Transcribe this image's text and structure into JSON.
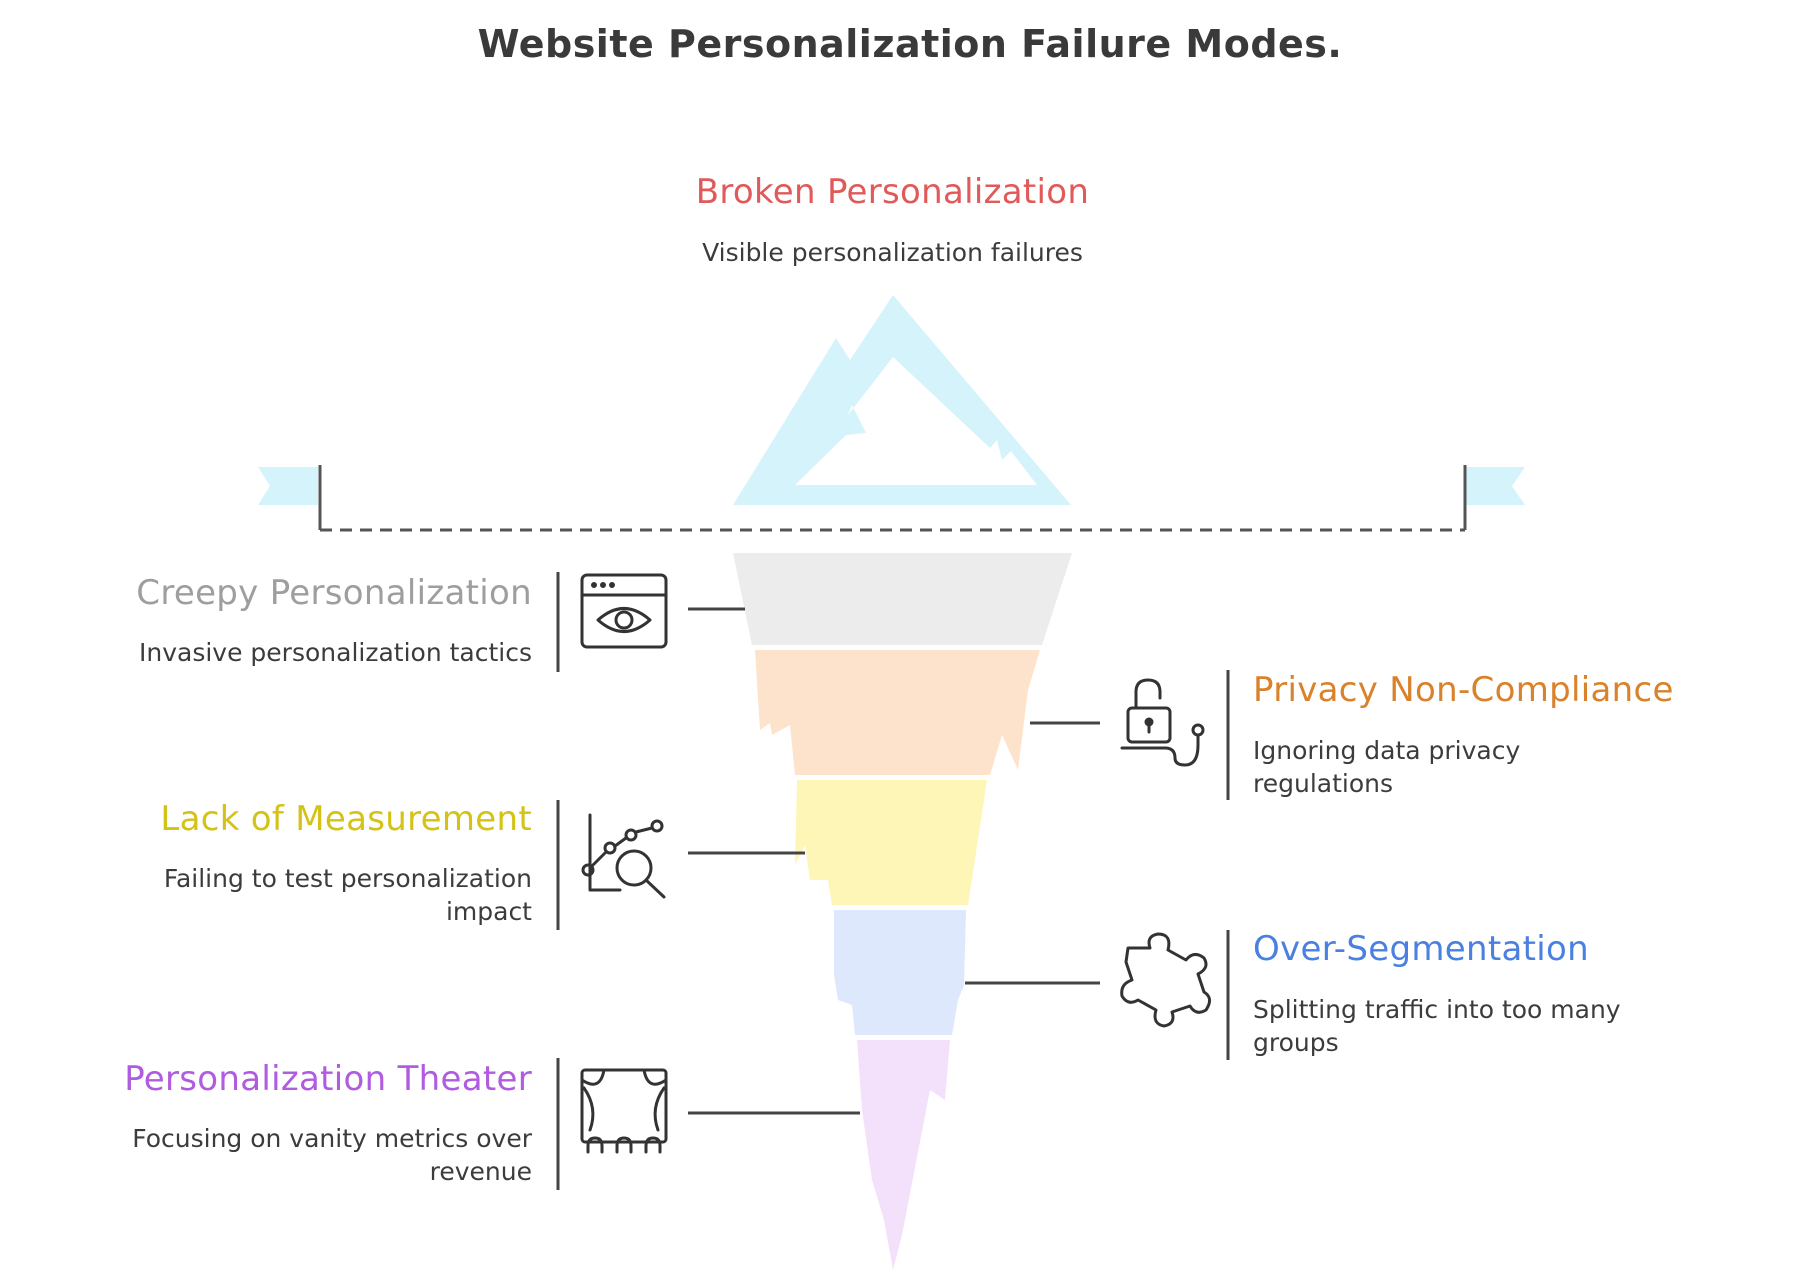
{
  "title": "Website Personalization Failure Modes.",
  "top": {
    "heading": "Broken Personalization",
    "description": "Visible personalization failures",
    "color": "#e05a5a"
  },
  "items": [
    {
      "heading": "Creepy Personalization",
      "description": "Invasive personalization tactics",
      "color": "#9e9e9e",
      "icon": "browser-eye-icon",
      "layer_fill": "#ececec"
    },
    {
      "heading": "Privacy Non-Compliance",
      "description": "Ignoring data privacy regulations",
      "color": "#d9822b",
      "icon": "unlocked-padlock-icon",
      "layer_fill": "#fde3cc"
    },
    {
      "heading": "Lack of Measurement",
      "description": "Failing to test personalization impact",
      "color": "#d4c217",
      "icon": "chart-magnifier-icon",
      "layer_fill": "#fdf6b6"
    },
    {
      "heading": "Over-Segmentation",
      "description": "Splitting traffic into too many groups",
      "color": "#4a80e0",
      "icon": "puzzle-piece-icon",
      "layer_fill": "#dde8fc"
    },
    {
      "heading": "Personalization Theater",
      "description": "Focusing on vanity metrics over revenue",
      "color": "#b05ce0",
      "icon": "theater-stage-icon",
      "layer_fill": "#f3e1fb"
    }
  ],
  "iceberg_tip_color": "#d4f3fb",
  "waterline_color": "#555555"
}
